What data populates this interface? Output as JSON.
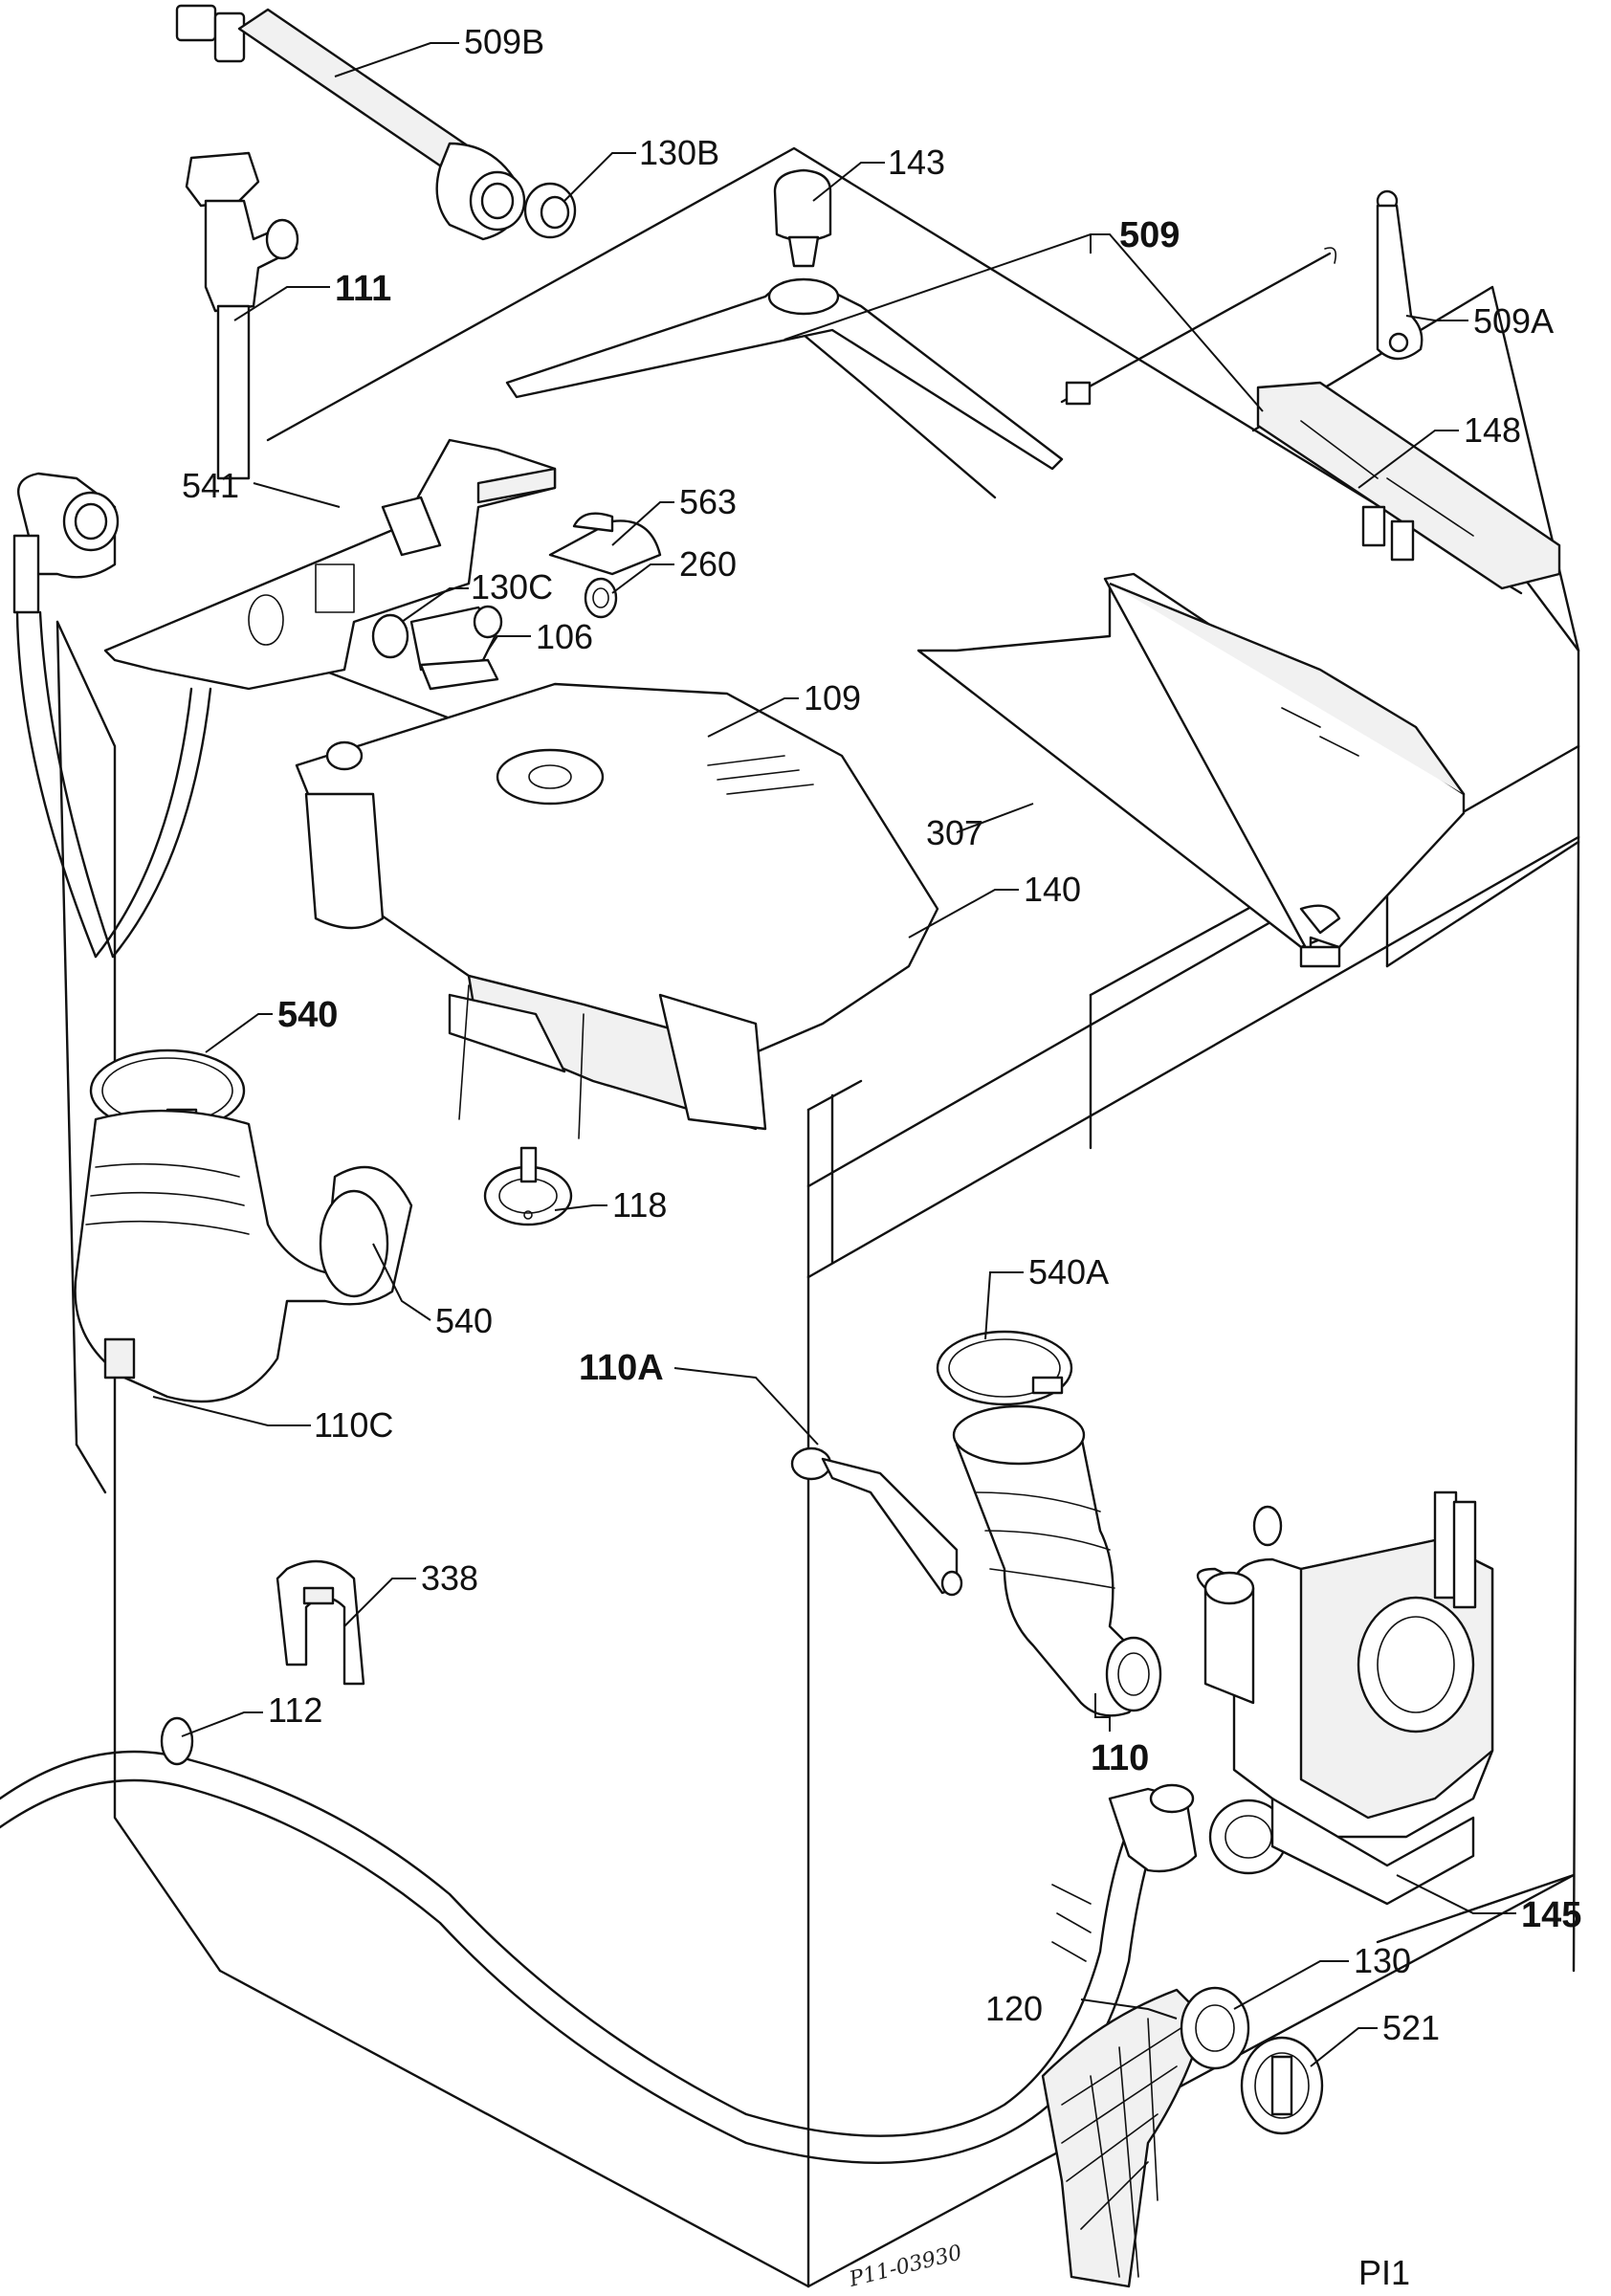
{
  "diagram": {
    "labels": {
      "l509B": "509B",
      "l130B": "130B",
      "l143": "143",
      "l509": "509",
      "l111": "111",
      "l509A": "509A",
      "l148": "148",
      "l541": "541",
      "l563": "563",
      "l260": "260",
      "l130C": "130C",
      "l106": "106",
      "l109": "109",
      "l307": "307",
      "l140": "140",
      "l540top": "540",
      "l118": "118",
      "l540": "540",
      "l540A": "540A",
      "l110C": "110C",
      "l110A": "110A",
      "l338": "338",
      "l110": "110",
      "l112": "112",
      "l145": "145",
      "l130": "130",
      "l120": "120",
      "l521": "521"
    },
    "drawing_code": "P11-03930",
    "page_code": "PI1"
  }
}
